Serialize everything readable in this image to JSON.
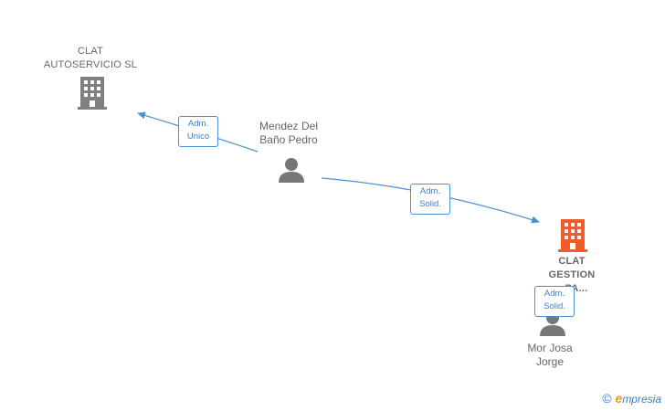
{
  "colors": {
    "edge": "#4a90d9",
    "company_grey": "#808080",
    "company_highlight": "#f25c2a",
    "person": "#777777"
  },
  "nodes": {
    "clat_autoservicio": {
      "line1": "CLAT",
      "line2": "AUTOSERVICIO SL",
      "icon": "building-icon"
    },
    "mendez": {
      "line1": "Mendez Del",
      "line2": "Baño Pedro",
      "icon": "person-icon"
    },
    "clat_gestion": {
      "line1": "CLAT",
      "line2": "GESTION",
      "line3": "...PA...",
      "icon": "building-icon"
    },
    "mor": {
      "line1": "Mor Josa",
      "line2": "Jorge",
      "icon": "person-icon"
    }
  },
  "edges": {
    "mendez_to_autoservicio": {
      "line1": "Adm.",
      "line2": "Unico"
    },
    "mendez_to_gestion": {
      "line1": "Adm.",
      "line2": "Solid."
    },
    "mor_to_gestion": {
      "line1": "Adm.",
      "line2": "Solid."
    }
  },
  "brand": {
    "copyright": "©",
    "e": "e",
    "rest": "mpresia"
  }
}
